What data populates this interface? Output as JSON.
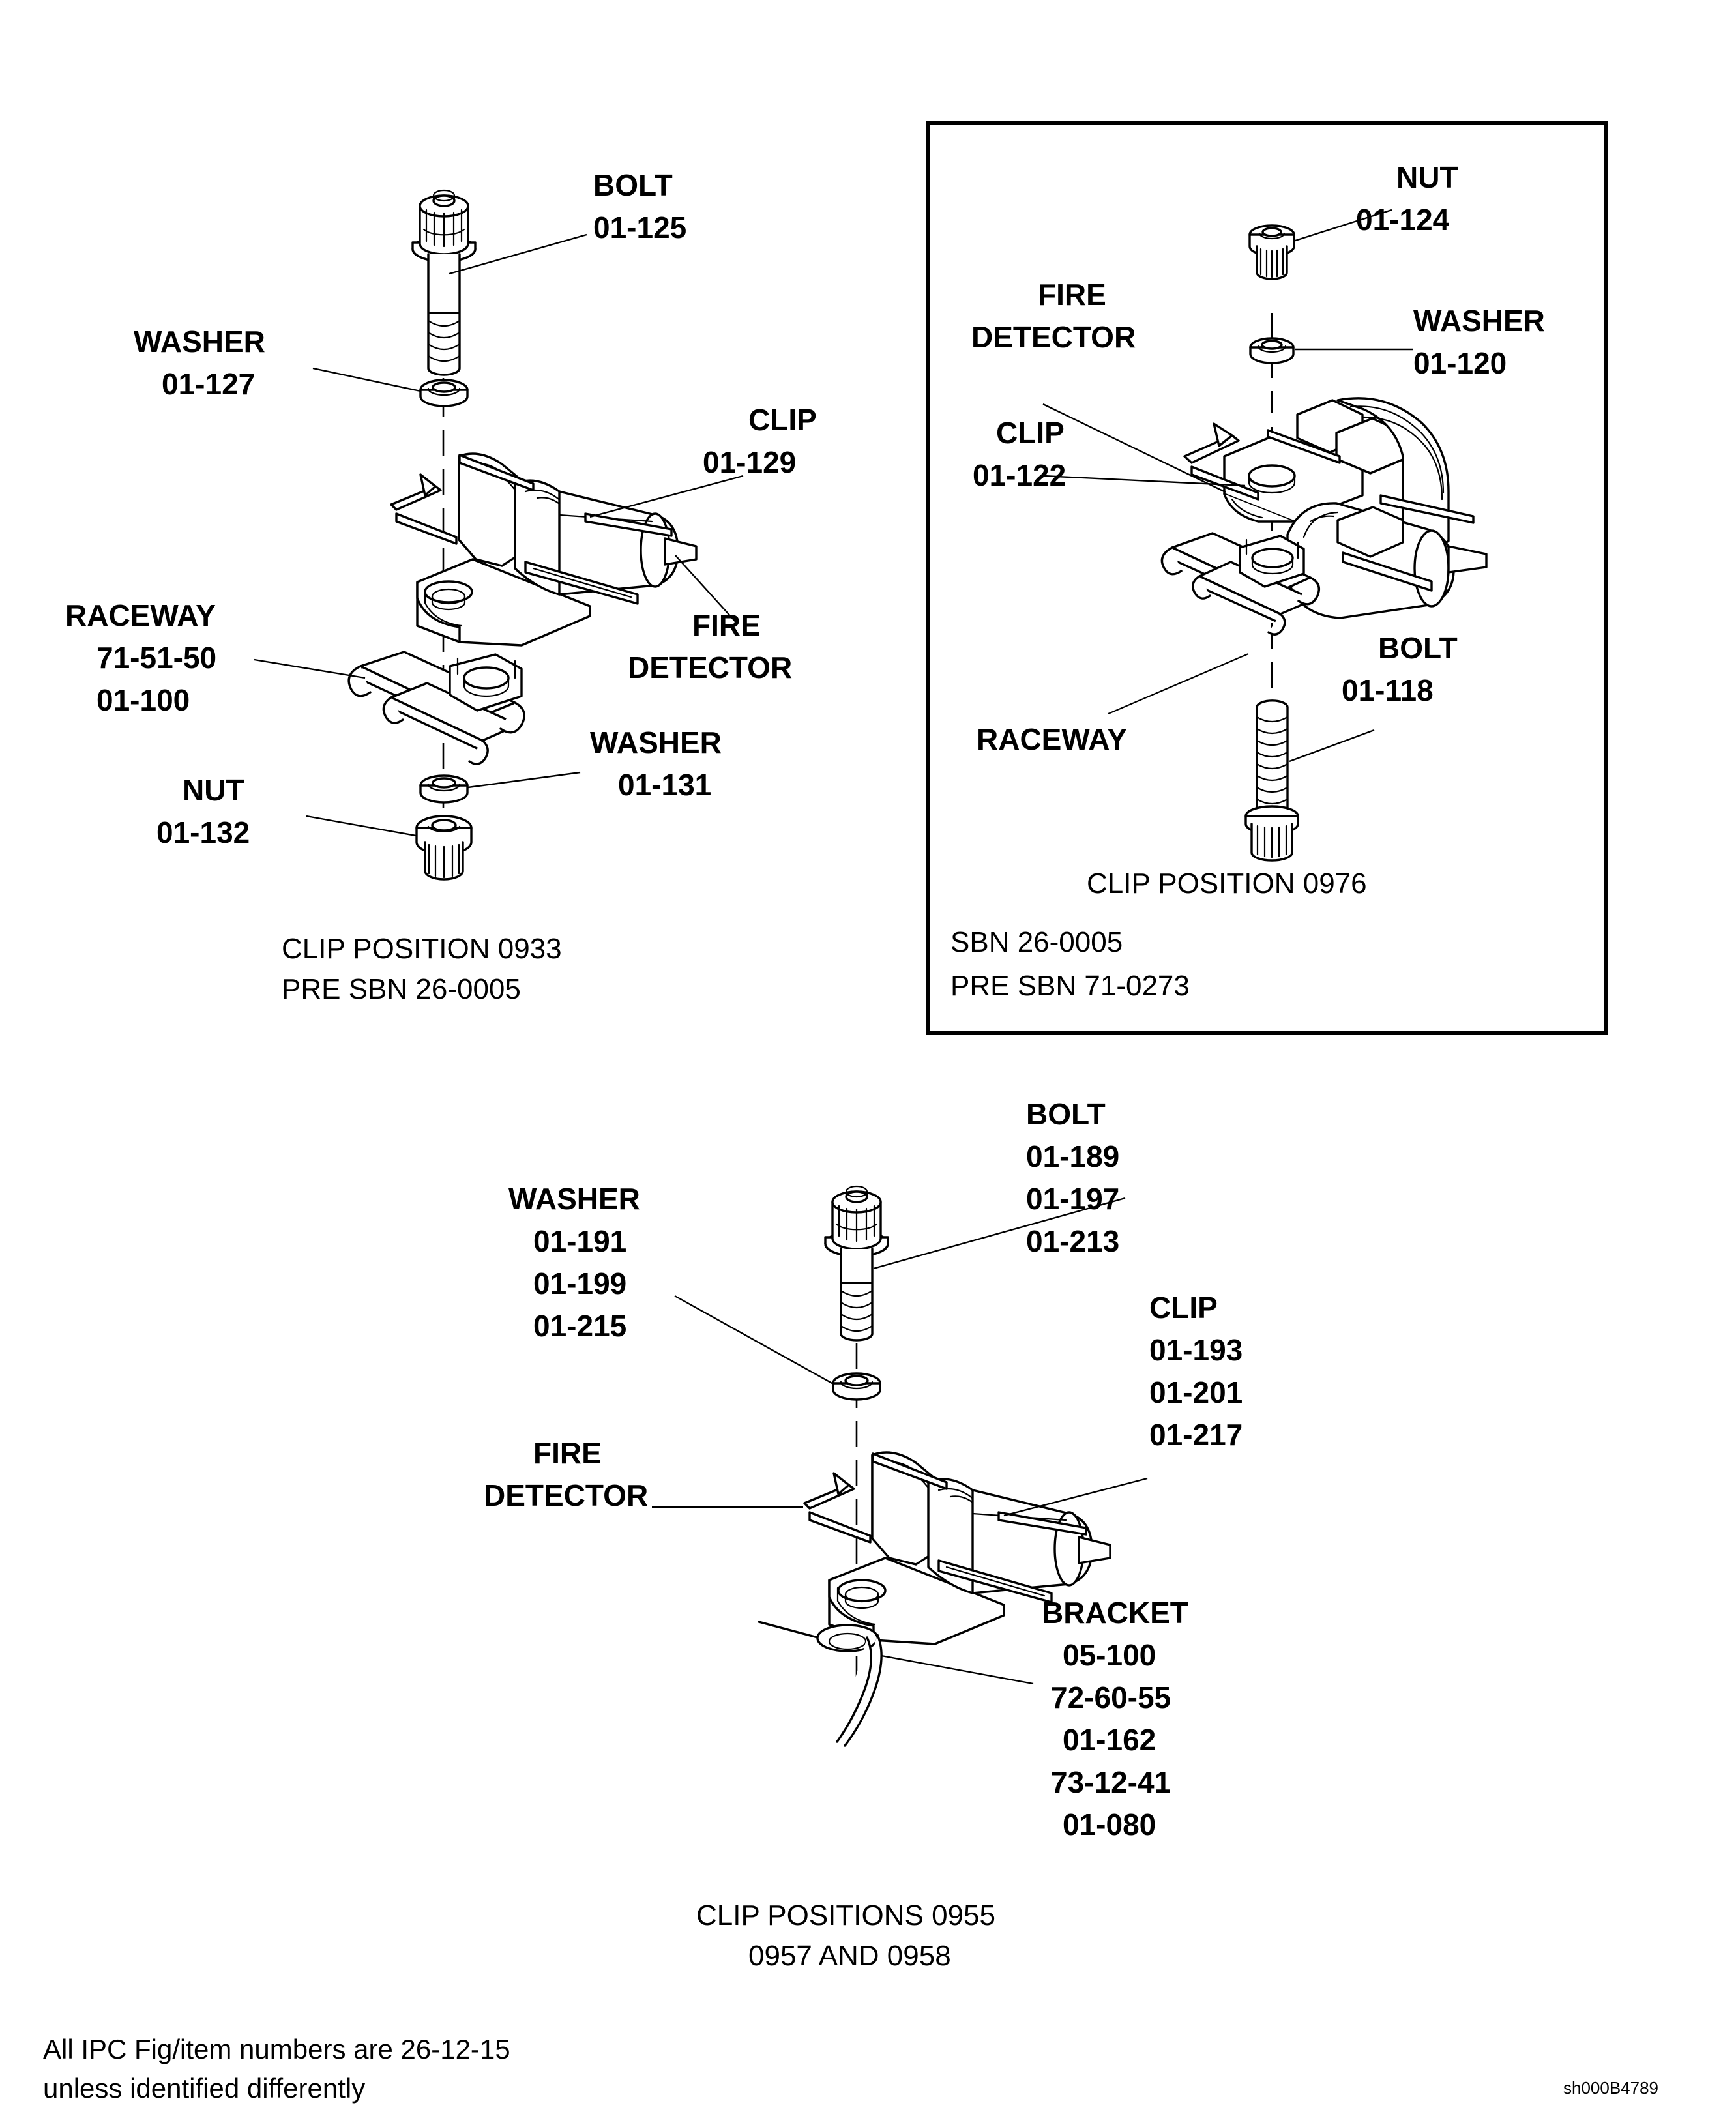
{
  "document": {
    "footer_line1": "All IPC Fig/item numbers are 26-12-15",
    "footer_line2": "unless identified differently",
    "drawing_number": "sh000B4789"
  },
  "assemblies": [
    {
      "id": "clip-position-0933",
      "caption_line1": "CLIP POSITION 0933",
      "caption_line2": "PRE SBN 26-0005",
      "boxed": false,
      "labels": [
        {
          "name": "bolt",
          "title": "BOLT",
          "items": [
            "01-125"
          ]
        },
        {
          "name": "washer-top",
          "title": "WASHER",
          "items": [
            "01-127"
          ]
        },
        {
          "name": "clip",
          "title": "CLIP",
          "items": [
            "01-129"
          ]
        },
        {
          "name": "fire-detector",
          "title": "FIRE",
          "items": [
            "DETECTOR"
          ]
        },
        {
          "name": "raceway",
          "title": "RACEWAY",
          "items": [
            "71-51-50",
            "01-100"
          ]
        },
        {
          "name": "washer-bottom",
          "title": "WASHER",
          "items": [
            "01-131"
          ]
        },
        {
          "name": "nut",
          "title": "NUT",
          "items": [
            "01-132"
          ]
        }
      ]
    },
    {
      "id": "clip-position-0976",
      "caption_line1": "CLIP POSITION 0976",
      "boxed": true,
      "note_line1": "SBN 26-0005",
      "note_line2": "PRE SBN 71-0273",
      "labels": [
        {
          "name": "nut",
          "title": "NUT",
          "items": [
            "01-124"
          ]
        },
        {
          "name": "fire-detector",
          "title": "FIRE",
          "items": [
            "DETECTOR"
          ]
        },
        {
          "name": "washer",
          "title": "WASHER",
          "items": [
            "01-120"
          ]
        },
        {
          "name": "clip",
          "title": "CLIP",
          "items": [
            "01-122"
          ]
        },
        {
          "name": "raceway",
          "title": "RACEWAY",
          "items": []
        },
        {
          "name": "bolt",
          "title": "BOLT",
          "items": [
            "01-118"
          ]
        }
      ]
    },
    {
      "id": "clip-positions-0955-0957-0958",
      "caption_line1": "CLIP POSITIONS 0955",
      "caption_line2": "0957 AND 0958",
      "boxed": false,
      "labels": [
        {
          "name": "bolt",
          "title": "BOLT",
          "items": [
            "01-189",
            "01-197",
            "01-213"
          ]
        },
        {
          "name": "washer",
          "title": "WASHER",
          "items": [
            "01-191",
            "01-199",
            "01-215"
          ]
        },
        {
          "name": "clip",
          "title": "CLIP",
          "items": [
            "01-193",
            "01-201",
            "01-217"
          ]
        },
        {
          "name": "fire-detector",
          "title": "FIRE",
          "items": [
            "DETECTOR"
          ]
        },
        {
          "name": "bracket",
          "title": "BRACKET",
          "items": [
            "05-100",
            "72-60-55",
            "01-162",
            "73-12-41",
            "01-080"
          ]
        }
      ]
    }
  ],
  "text": {
    "a1_bolt_t": "BOLT",
    "a1_bolt_1": "01-125",
    "a1_washer_top_t": "WASHER",
    "a1_washer_top_1": "01-127",
    "a1_clip_t": "CLIP",
    "a1_clip_1": "01-129",
    "a1_fd_1": "FIRE",
    "a1_fd_2": "DETECTOR",
    "a1_race_t": "RACEWAY",
    "a1_race_1": "71-51-50",
    "a1_race_2": "01-100",
    "a1_washer_bot_t": "WASHER",
    "a1_washer_bot_1": "01-131",
    "a1_nut_t": "NUT",
    "a1_nut_1": "01-132",
    "a1_cap_1": "CLIP POSITION 0933",
    "a1_cap_2": "PRE SBN 26-0005",
    "a2_nut_t": "NUT",
    "a2_nut_1": "01-124",
    "a2_fd_1": "FIRE",
    "a2_fd_2": "DETECTOR",
    "a2_washer_t": "WASHER",
    "a2_washer_1": "01-120",
    "a2_clip_t": "CLIP",
    "a2_clip_1": "01-122",
    "a2_race_t": "RACEWAY",
    "a2_bolt_t": "BOLT",
    "a2_bolt_1": "01-118",
    "a2_cap_1": "CLIP POSITION 0976",
    "a2_note_1": "SBN 26-0005",
    "a2_note_2": "PRE SBN 71-0273",
    "a3_bolt_t": "BOLT",
    "a3_bolt_1": "01-189",
    "a3_bolt_2": "01-197",
    "a3_bolt_3": "01-213",
    "a3_washer_t": "WASHER",
    "a3_washer_1": "01-191",
    "a3_washer_2": "01-199",
    "a3_washer_3": "01-215",
    "a3_clip_t": "CLIP",
    "a3_clip_1": "01-193",
    "a3_clip_2": "01-201",
    "a3_clip_3": "01-217",
    "a3_fd_1": "FIRE",
    "a3_fd_2": "DETECTOR",
    "a3_brk_t": "BRACKET",
    "a3_brk_1": "05-100",
    "a3_brk_2": "72-60-55",
    "a3_brk_3": "01-162",
    "a3_brk_4": "73-12-41",
    "a3_brk_5": "01-080",
    "a3_cap_1": "CLIP POSITIONS 0955",
    "a3_cap_2": "0957 AND 0958",
    "footer_1": "All IPC Fig/item numbers are 26-12-15",
    "footer_2": "unless identified differently",
    "dwg": "sh000B4789"
  }
}
